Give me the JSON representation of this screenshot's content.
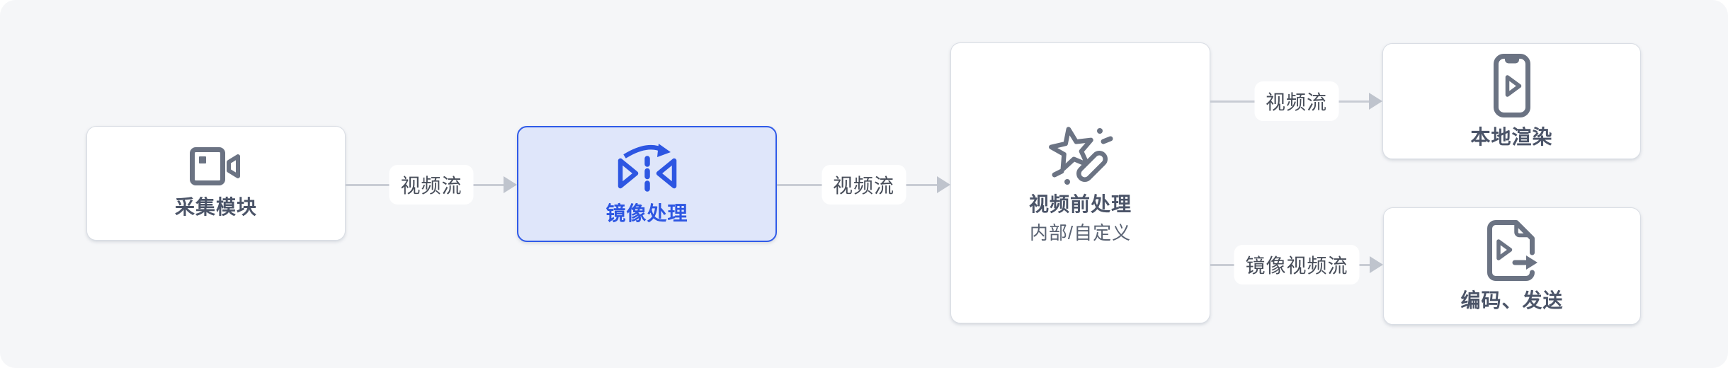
{
  "diagram": {
    "nodes": [
      {
        "id": "capture",
        "label": "采集模块",
        "icon": "video-camera-icon",
        "state": "default"
      },
      {
        "id": "mirror",
        "label": "镜像处理",
        "icon": "mirror-flip-icon",
        "state": "highlighted"
      },
      {
        "id": "preprocess",
        "label": "视频前处理",
        "sublabel": "内部/自定义",
        "icon": "magic-wand-icon",
        "state": "default"
      },
      {
        "id": "local_render",
        "label": "本地渲染",
        "icon": "phone-play-icon",
        "state": "default"
      },
      {
        "id": "encode_send",
        "label": "编码、发送",
        "icon": "document-send-icon",
        "state": "default"
      }
    ],
    "edges": [
      {
        "from": "capture",
        "to": "mirror",
        "label": "视频流"
      },
      {
        "from": "mirror",
        "to": "preprocess",
        "label": "视频流"
      },
      {
        "from": "preprocess",
        "to": "local_render",
        "label": "视频流"
      },
      {
        "from": "preprocess",
        "to": "encode_send",
        "label": "镜像视频流"
      }
    ],
    "colors": {
      "canvas_bg": "#f5f6f8",
      "node_bg": "#ffffff",
      "node_border": "#d9dde4",
      "node_text": "#4b5468",
      "subtitle_text": "#5a6373",
      "icon_gray": "#6b7383",
      "highlight_border": "#2f5ae8",
      "highlight_bg": "#dfe6fa",
      "highlight_text": "#2d56e2",
      "edge_line": "#c8ccd4",
      "edge_label_text": "#474d59"
    }
  }
}
